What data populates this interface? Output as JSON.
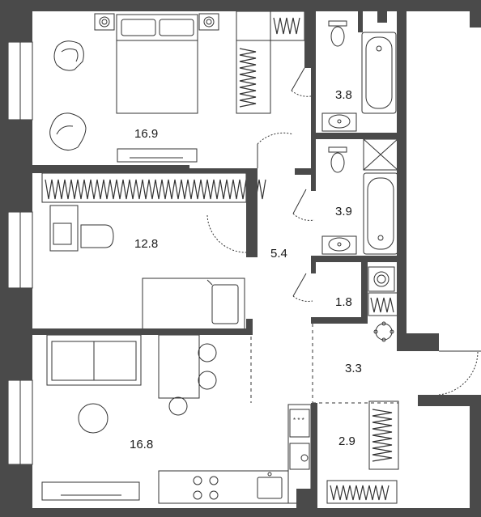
{
  "plan": {
    "room_areas": {
      "bedroom_1": "16.9",
      "bathroom_1": "3.8",
      "bathroom_2": "3.9",
      "bedroom_2": "12.8",
      "hallway": "5.4",
      "laundry": "1.8",
      "entrance": "3.3",
      "living_kitchen": "16.8",
      "storage": "2.9"
    }
  }
}
